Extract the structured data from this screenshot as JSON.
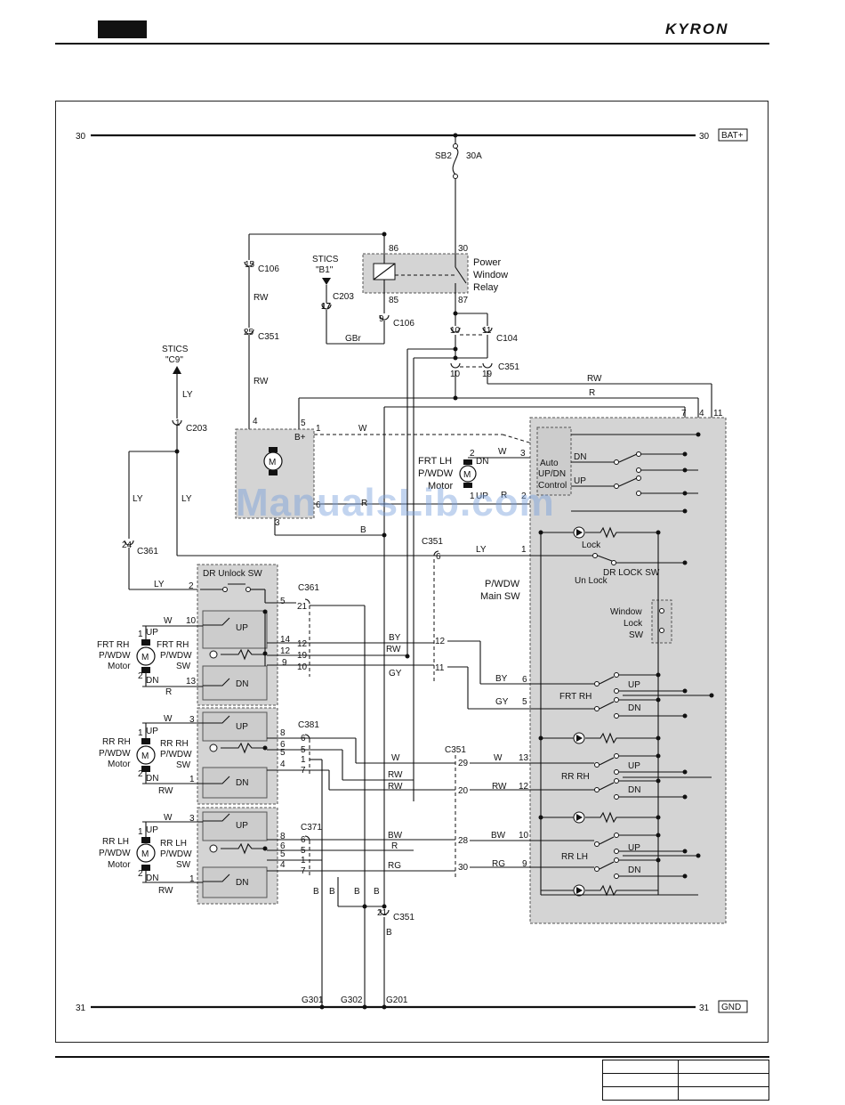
{
  "header": {
    "brand": "KYRON"
  },
  "watermark": "ManualsLib.com",
  "bus": {
    "top_left": "30",
    "top_right": "30",
    "top_label": "BAT+",
    "bottom_left": "31",
    "bottom_right": "31",
    "bottom_label": "GND"
  },
  "fuse": {
    "name": "SB2",
    "rating": "30A"
  },
  "relay": {
    "title_lines": [
      "Power",
      "Window",
      "Relay"
    ],
    "pins": [
      "86",
      "30",
      "85",
      "87"
    ]
  },
  "connectors": {
    "c106_a": "C106",
    "c106_a_pin": "15",
    "c106_b": "C106",
    "c106_b_pin": "9",
    "c351_a": "C351",
    "c351_a_pin": "25",
    "c203_a": "C203",
    "c203_a_pin": "17",
    "c104": "C104",
    "c104_pins": [
      "10",
      "11"
    ],
    "c351_b": "C351",
    "c351_b_pins": [
      "10",
      "19"
    ],
    "c203_b": "C203",
    "c203_b_pin": "1",
    "c361_a": "C361",
    "c361_a_pin": "24",
    "c351_c": "C351",
    "c351_c_pin": "6",
    "c361_b": "C361",
    "c361_b_pins": [
      "21",
      "12",
      "19",
      "10"
    ],
    "c381": "C381",
    "c381_pins": [
      "6",
      "5",
      "1",
      "7"
    ],
    "c371": "C371",
    "c371_pins": [
      "6",
      "5",
      "1",
      "7"
    ],
    "c351_d": "C351",
    "c351_d_pins": [
      "12",
      "11",
      "29",
      "20",
      "28",
      "30"
    ],
    "c351_e": "C351",
    "c351_e_pin": "21"
  },
  "stics": [
    {
      "label": "STICS",
      "pin": "\"B1\""
    },
    {
      "label": "STICS",
      "pin": "\"C9\""
    }
  ],
  "wire_colors": {
    "rw": "RW",
    "gbr": "GBr",
    "ly": "LY",
    "w": "W",
    "r": "R",
    "b": "B",
    "by": "BY",
    "gy": "GY",
    "bw": "BW",
    "rg": "RG"
  },
  "frt_lh": {
    "title": "FRT LH",
    "subtitle": "P/WDW Motor",
    "dn": "DN",
    "up": "UP",
    "motor": "M",
    "bplus": "B+"
  },
  "motors": [
    {
      "lines": [
        "FRT RH",
        "P/WDW",
        "Motor"
      ],
      "sw": [
        "FRT RH",
        "P/WDW",
        "SW"
      ]
    },
    {
      "lines": [
        "RR RH",
        "P/WDW",
        "Motor"
      ],
      "sw": [
        "RR RH",
        "P/WDW",
        "SW"
      ]
    },
    {
      "lines": [
        "RR LH",
        "P/WDW",
        "Motor"
      ],
      "sw": [
        "RR LH",
        "P/WDW",
        "SW"
      ]
    }
  ],
  "dr_unlock": "DR Unlock SW",
  "main_sw": {
    "title": [
      "P/WDW",
      "Main SW"
    ],
    "auto": [
      "Auto",
      "UP/DN",
      "Control"
    ],
    "lock": "Lock",
    "unlock": "Un Lock",
    "dr_lock_sw": "DR LOCK SW",
    "window_lock": [
      "Window",
      "Lock",
      "SW"
    ],
    "frt_rh": "FRT RH",
    "rr_rh": "RR RH",
    "rr_lh": "RR LH",
    "up": "UP",
    "dn": "DN",
    "pins_top": [
      "7",
      "4",
      "11"
    ]
  },
  "grounds": [
    "G301",
    "G302",
    "G201"
  ]
}
